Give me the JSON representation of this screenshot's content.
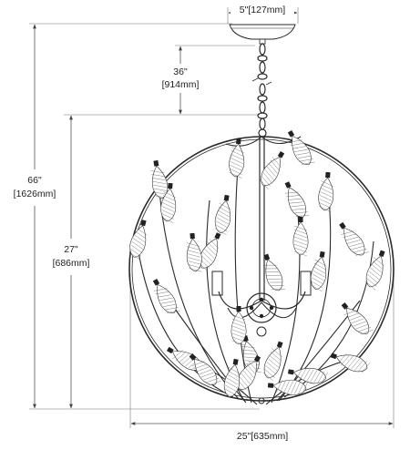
{
  "dimensions": {
    "canopy_width": "5\"[127mm]",
    "chain_length_in": "36\"",
    "chain_length_mm": "[914mm]",
    "overall_height_in": "66\"",
    "overall_height_mm": "[1626mm]",
    "fixture_height_in": "27\"",
    "fixture_height_mm": "[686mm]",
    "fixture_width": "25\"[635mm]"
  }
}
